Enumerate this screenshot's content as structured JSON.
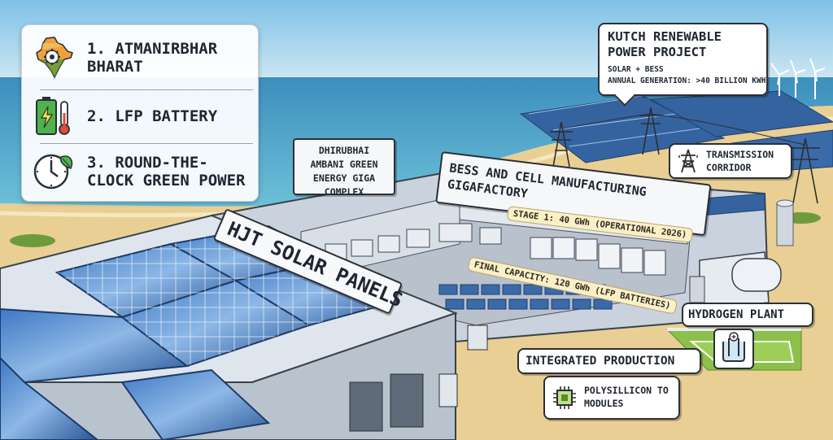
{
  "legend": {
    "items": [
      {
        "label": "1. ATMANIRBHAR BHARAT",
        "icon": "india-map-gear-icon"
      },
      {
        "label": "2. LFP BATTERY",
        "icon": "battery-thermometer-icon"
      },
      {
        "label": "3. ROUND-THE-CLOCK GREEN POWER",
        "icon": "clock-leaf-icon"
      }
    ]
  },
  "kutch": {
    "title": "KUTCH RENEWABLE POWER PROJECT",
    "line1": "SOLAR + BESS",
    "line2": "ANNUAL GENERATION: >40 BILLION kWh"
  },
  "transmission": {
    "label": "TRANSMISSION CORRIDOR",
    "icon": "transmission-tower-icon"
  },
  "complex_sign": "DHIRUBHAI AMBANI GREEN ENERGY GIGA COMPLEX",
  "bess_sign": "BESS AND CELL MANUFACTURING GIGAFACTORY",
  "stage1": "STAGE 1: 40 GWh (OPERATIONAL 2026)",
  "final_capacity": "FINAL CAPACITY: 120 GWh (LFP BATTERIES)",
  "hjt": "HJT SOLAR PANELS",
  "hydrogen": {
    "label": "HYDROGEN PLANT",
    "icon": "electrolysis-icon"
  },
  "integrated": "INTEGRATED PRODUCTION",
  "polysilicon": {
    "label": "POLYSILLICON TO MODULES",
    "icon": "chip-icon"
  },
  "colors": {
    "sky": "#a9d4ee",
    "sand": "#ecd49b",
    "sea": "#4aa3c8",
    "panel": "#2d5ea3",
    "building": "#c9d2dd",
    "accent": "#fbefc8"
  }
}
